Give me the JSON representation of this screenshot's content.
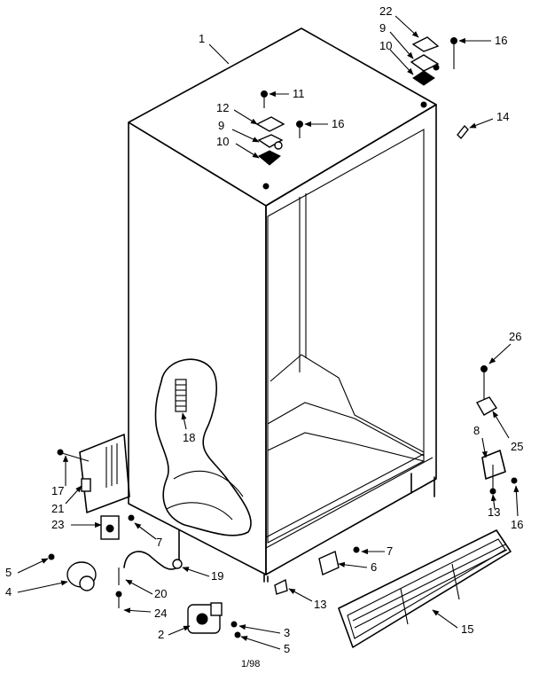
{
  "diagram": {
    "callouts": [
      "1",
      "22",
      "9",
      "10",
      "16",
      "11",
      "12",
      "16",
      "9",
      "10",
      "14",
      "26",
      "18",
      "25",
      "8",
      "17",
      "21",
      "23",
      "7",
      "7",
      "6",
      "13",
      "16",
      "13",
      "5",
      "4",
      "20",
      "19",
      "24",
      "2",
      "3",
      "5",
      "15"
    ],
    "footer_code": "1/98"
  }
}
